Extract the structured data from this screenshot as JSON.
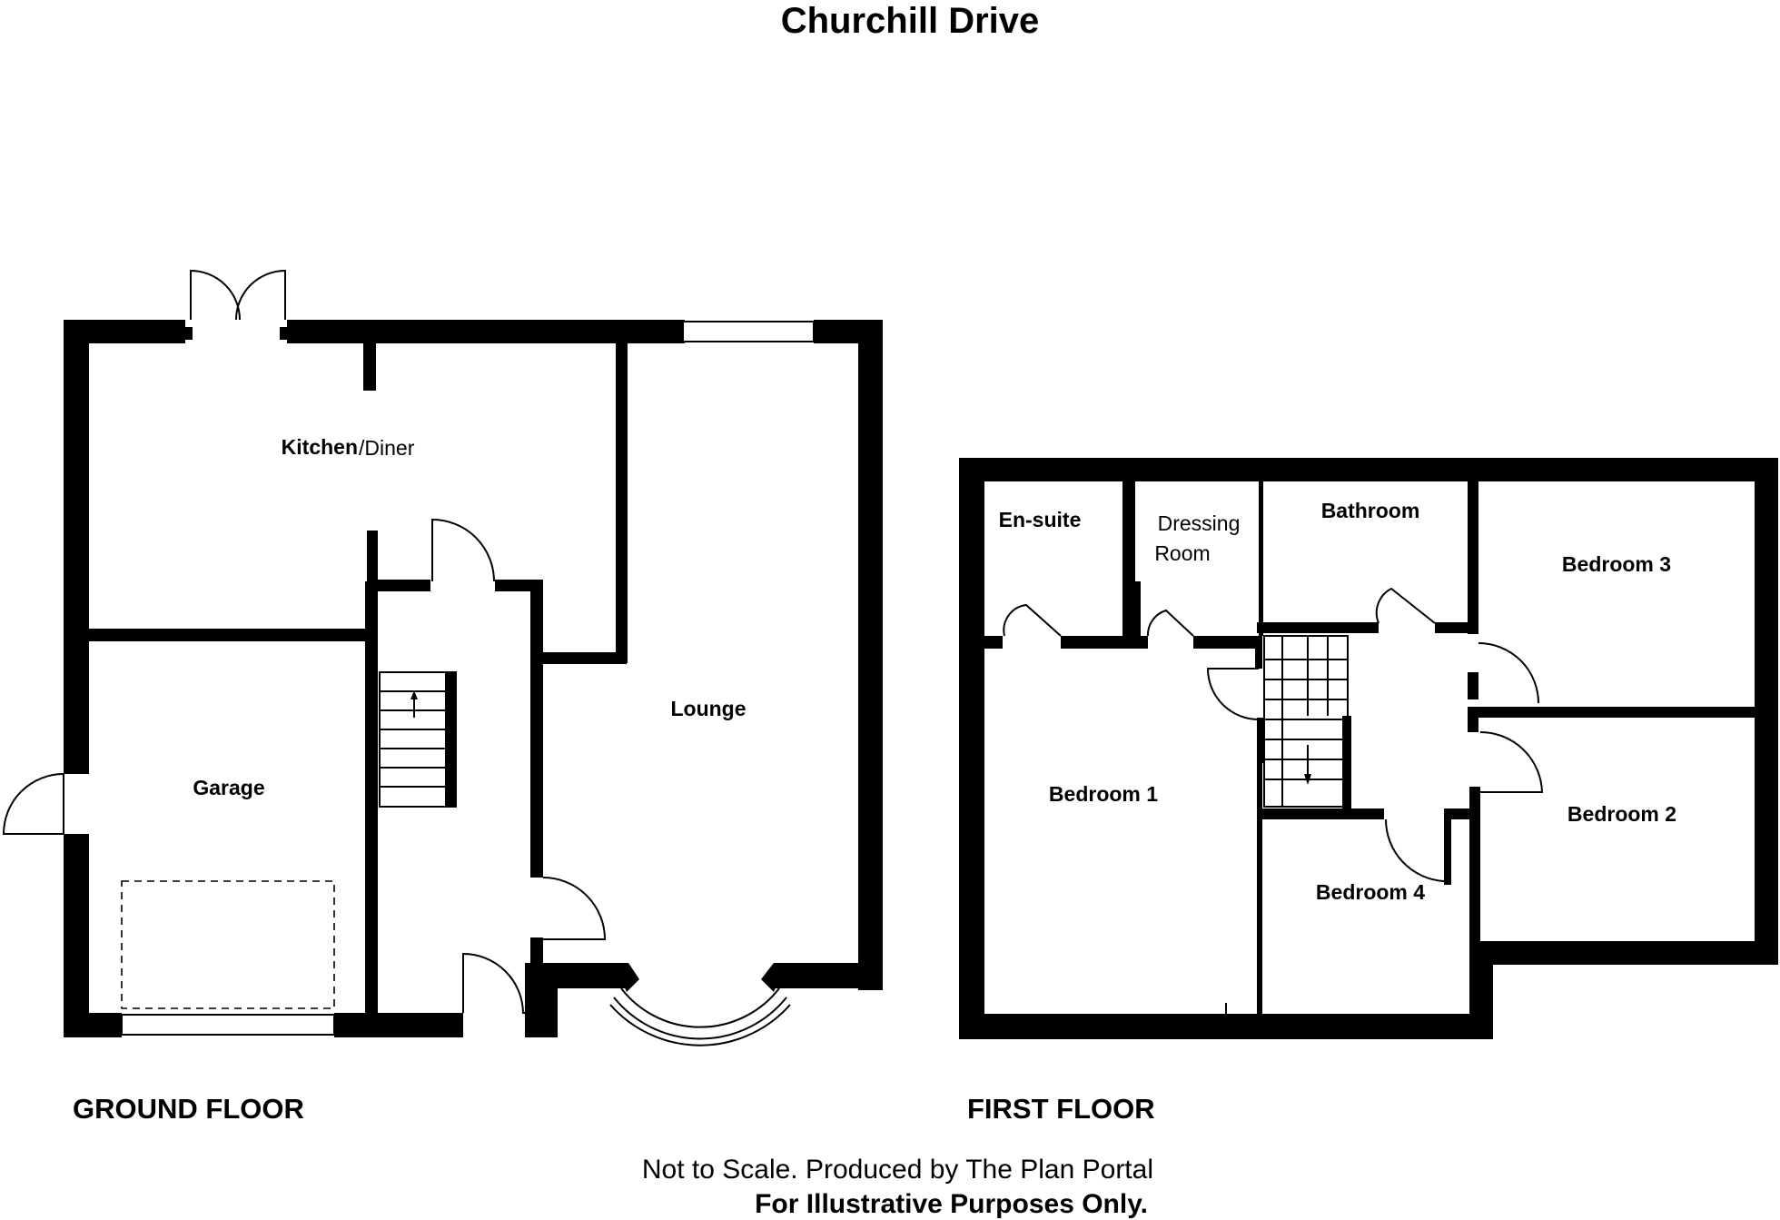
{
  "title": "Churchill Drive",
  "ground_floor": {
    "label": "GROUND FLOOR",
    "rooms": {
      "kitchen": "Kitchen",
      "kitchen_suffix": "/Diner",
      "garage": "Garage",
      "lounge": "Lounge"
    }
  },
  "first_floor": {
    "label": "FIRST FLOOR",
    "rooms": {
      "ensuite": "En-suite",
      "dressing_line1": "Dressing",
      "dressing_line2": "Room",
      "bathroom": "Bathroom",
      "bedroom1": "Bedroom 1",
      "bedroom2": "Bedroom 2",
      "bedroom3": "Bedroom 3",
      "bedroom4": "Bedroom 4"
    }
  },
  "footer": {
    "note": "Not to Scale. Produced by The Plan Portal",
    "disclaimer": "For Illustrative Purposes Only."
  }
}
